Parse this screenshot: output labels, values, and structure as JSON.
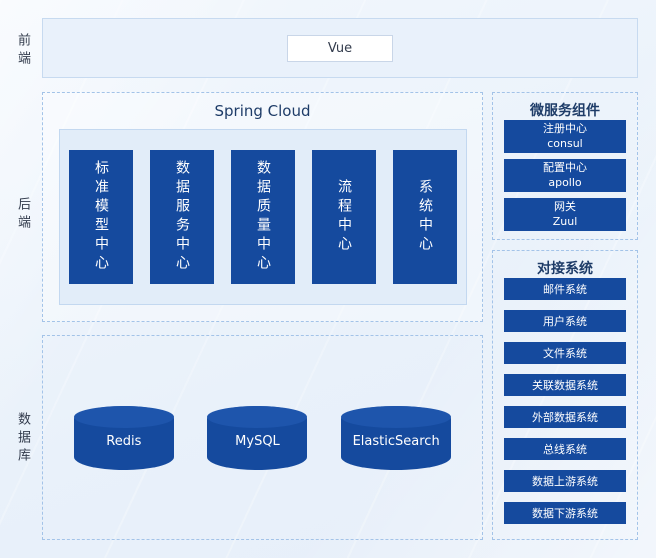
{
  "side_labels": [
    "前端",
    "后端",
    "数据库"
  ],
  "frontend": {
    "node": "Vue"
  },
  "backend": {
    "title": "Spring Cloud",
    "centers": [
      "标准模型中心",
      "数据服务中心",
      "数据质量中心",
      "流程中心",
      "系统中心"
    ]
  },
  "microservices": {
    "title": "微服务组件",
    "items": [
      {
        "name": "注册中心",
        "sub": "consul"
      },
      {
        "name": "配置中心",
        "sub": "apollo"
      },
      {
        "name": "网关",
        "sub": "Zuul"
      }
    ]
  },
  "integrations": {
    "title": "对接系统",
    "items": [
      "邮件系统",
      "用户系统",
      "文件系统",
      "关联数据系统",
      "外部数据系统",
      "总线系统",
      "数据上游系统",
      "数据下游系统"
    ]
  },
  "databases": [
    "Redis",
    "MySQL",
    "ElasticSearch"
  ],
  "colors": {
    "primary": "#154a9e",
    "primary_light": "#1e55ac",
    "panel_border": "#a3c3e8",
    "panel_fill": "#e9f1fb",
    "inner_fill": "#e2edf9",
    "title_text": "#1e3c68",
    "background": "#eaf1fa"
  }
}
